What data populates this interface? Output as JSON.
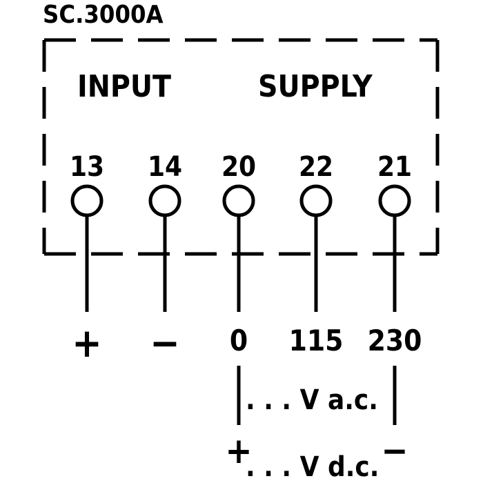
{
  "model": "SC.3000A",
  "sections": {
    "input": "INPUT",
    "supply": "SUPPLY"
  },
  "terminals": [
    {
      "number": "13",
      "value": "+"
    },
    {
      "number": "14",
      "value": "−"
    },
    {
      "number": "20",
      "value": "0"
    },
    {
      "number": "22",
      "value": "115"
    },
    {
      "number": "21",
      "value": "230"
    }
  ],
  "supply_modes": {
    "ac_label": ". . . V a.c.",
    "dc_label": ". . . V d.c.",
    "dc_plus": "+",
    "dc_minus": "−"
  }
}
